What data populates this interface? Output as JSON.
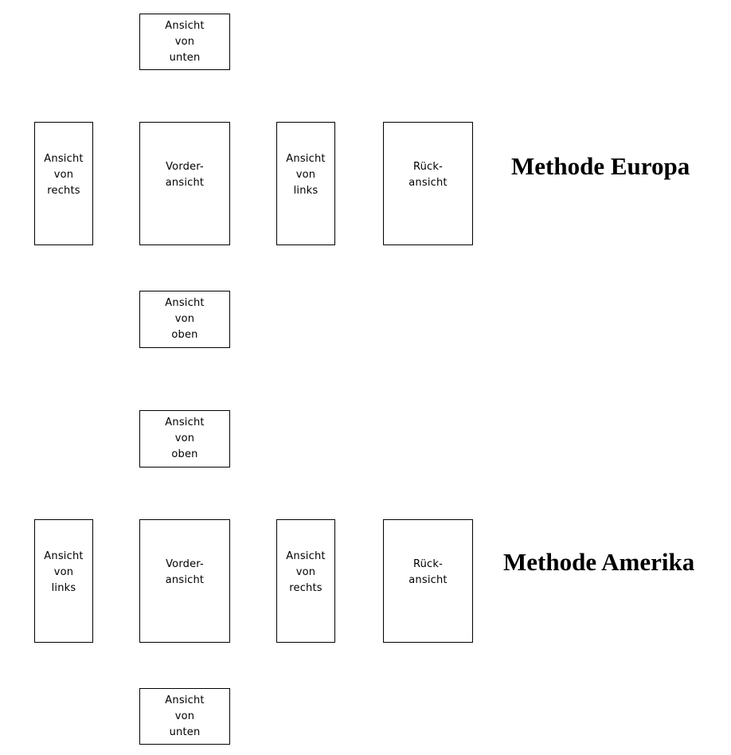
{
  "europe": {
    "heading": "Methode Europa",
    "top": [
      "Ansicht",
      "von",
      "unten"
    ],
    "left": [
      "Ansicht",
      "von",
      "rechts"
    ],
    "front": [
      "Vorder-",
      "ansicht"
    ],
    "right": [
      "Ansicht",
      "von",
      "links"
    ],
    "back": [
      "Rück-",
      "ansicht"
    ],
    "bottom": [
      "Ansicht",
      "von",
      "oben"
    ]
  },
  "america": {
    "heading": "Methode Amerika",
    "top": [
      "Ansicht",
      "von",
      "oben"
    ],
    "left": [
      "Ansicht",
      "von",
      "links"
    ],
    "front": [
      "Vorder-",
      "ansicht"
    ],
    "right": [
      "Ansicht",
      "von",
      "rechts"
    ],
    "back": [
      "Rück-",
      "ansicht"
    ],
    "bottom": [
      "Ansicht",
      "von",
      "unten"
    ]
  }
}
